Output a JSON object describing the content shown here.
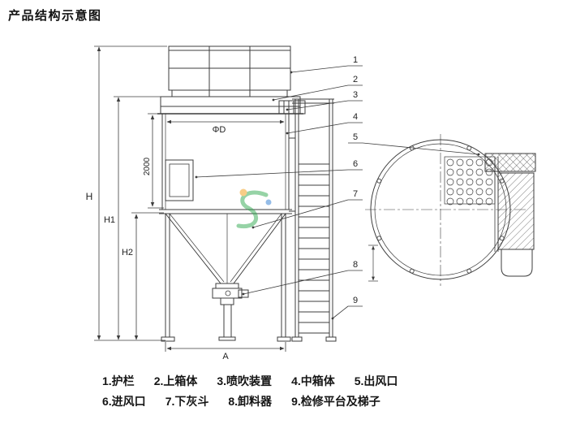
{
  "title": "产品结构示意图",
  "dimensions": {
    "H": "H",
    "H1": "H1",
    "H2": "H2",
    "box_height": "2000",
    "diameter": "ΦD",
    "width": "A"
  },
  "callouts": [
    "1",
    "2",
    "3",
    "4",
    "5",
    "6",
    "7",
    "8",
    "9"
  ],
  "legend": {
    "row1": [
      "1.护栏",
      "2.上箱体",
      "3.喷吹装置",
      "4.中箱体",
      "5.出风口"
    ],
    "row2": [
      "6.进风口",
      "7.下灰斗",
      "8.卸料器",
      "9.检修平台及梯子"
    ]
  },
  "colors": {
    "line": "#3c3c3c",
    "watermark_green": "#2fa84f",
    "watermark_orange": "#f39c12",
    "watermark_blue": "#2d7dd2"
  }
}
